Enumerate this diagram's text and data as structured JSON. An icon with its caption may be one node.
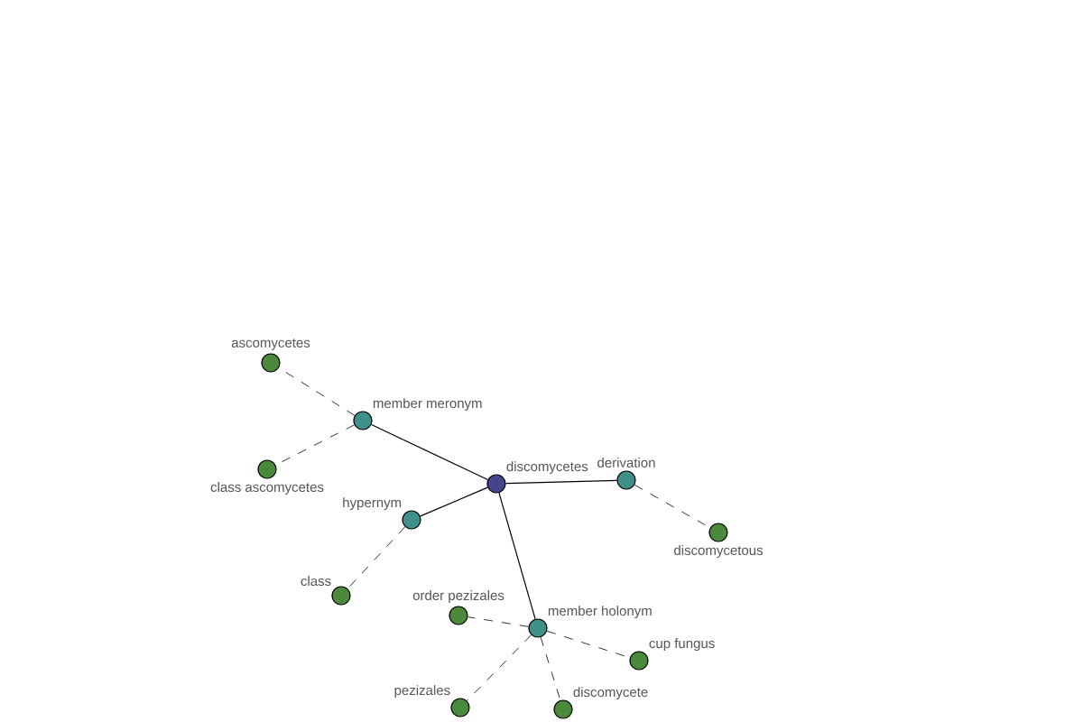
{
  "diagram": {
    "nodes": [
      {
        "text": [
          "discomycetes"
        ]
      },
      {
        "text": [
          "member meronym"
        ]
      },
      {
        "text": [
          "ascomycetes"
        ]
      },
      {
        "text": [
          "class ascomycetes"
        ]
      },
      {
        "text": [
          "derivation"
        ]
      },
      {
        "text": [
          "discomycetous"
        ]
      },
      {
        "text": [
          "hypernym"
        ]
      },
      {
        "text": [
          "class"
        ]
      },
      {
        "text": [
          "member holonym"
        ]
      },
      {
        "text": [
          "order pezizales"
        ]
      },
      {
        "text": [
          "cup fungus"
        ]
      },
      {
        "text": [
          "pezizales"
        ]
      },
      {
        "text": [
          "discomycete"
        ]
      }
    ],
    "edges": [
      {
        "from": 0,
        "to": 1,
        "arrow": "none"
      },
      {
        "from": 1,
        "to": 2,
        "arrow": "none",
        "style": "dashed"
      },
      {
        "from": 1,
        "to": 3,
        "arrow": "none",
        "style": "dashed"
      },
      {
        "from": 0,
        "to": 4,
        "arrow": "none"
      },
      {
        "from": 4,
        "to": 5,
        "arrow": "none",
        "style": "dashed"
      },
      {
        "from": 0,
        "to": 6,
        "arrow": "none"
      },
      {
        "from": 6,
        "to": 7,
        "arrow": "none",
        "style": "dashed"
      },
      {
        "from": 0,
        "to": 8,
        "arrow": "none"
      },
      {
        "from": 8,
        "to": 9,
        "arrow": "none",
        "style": "dashed"
      },
      {
        "from": 8,
        "to": 10,
        "arrow": "none",
        "style": "dashed"
      },
      {
        "from": 8,
        "to": 11,
        "arrow": "none",
        "style": "dashed"
      },
      {
        "from": 8,
        "to": 12,
        "arrow": "none",
        "style": "dashed"
      }
    ]
  }
}
